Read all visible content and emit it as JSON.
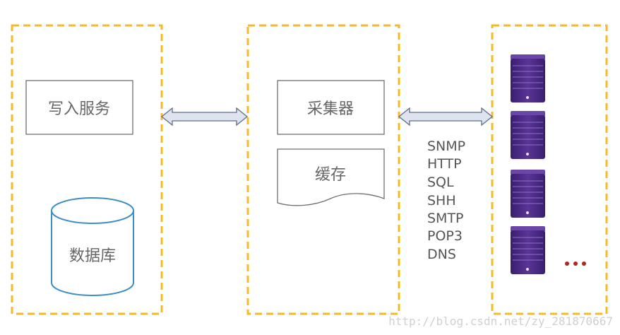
{
  "diagram": {
    "left_panel": {
      "write_service": "写入服务",
      "database": "数据库"
    },
    "middle_panel": {
      "collector": "采集器",
      "cache": "缓存"
    },
    "protocols": [
      "SNMP",
      "HTTP",
      "SQL",
      "SHH",
      "SMTP",
      "POP3",
      "DNS"
    ],
    "right_panel": {
      "server_count": 4,
      "ellipsis_dots": 3
    },
    "watermark": "http://blog.csdn.net/zy_281870667"
  },
  "colors": {
    "panel_border": "#f5b92a",
    "box_border": "#6f6f6f",
    "database_border": "#3b8fc4",
    "arrow_fill": "#dde3ef",
    "arrow_border": "#5f6e8c",
    "server_fill": "#4a2a82",
    "dots": "#b3261e"
  },
  "icons": {
    "server": "server-icon",
    "arrow": "double-arrow-icon"
  }
}
